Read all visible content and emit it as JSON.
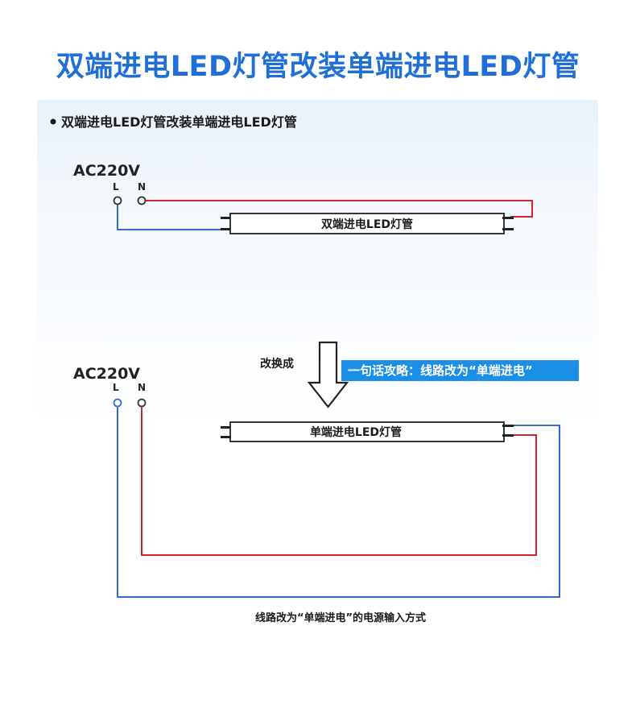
{
  "title": "双端进电LED灯管改装单端进电LED灯管",
  "subtitle": "双端进电LED灯管改装单端进电LED灯管",
  "top_diagram": {
    "voltage": "AC220V",
    "terminal_l": "L",
    "terminal_n": "N",
    "tube_label": "双端进电LED灯管"
  },
  "arrow_label": "改换成",
  "banner_text": "一句话攻略：线路改为“单端进电”",
  "bottom_diagram": {
    "voltage": "AC220V",
    "terminal_l": "L",
    "terminal_n": "N",
    "tube_label": "单端进电LED灯管"
  },
  "caption": "线路改为“单端进电”的电源输入方式",
  "colors": {
    "title_blue": "#1f6fd6",
    "live_wire_red": "#d7212f",
    "neutral_wire_blue": "#2f6ecf",
    "banner_blue": "#1b8ee6"
  }
}
